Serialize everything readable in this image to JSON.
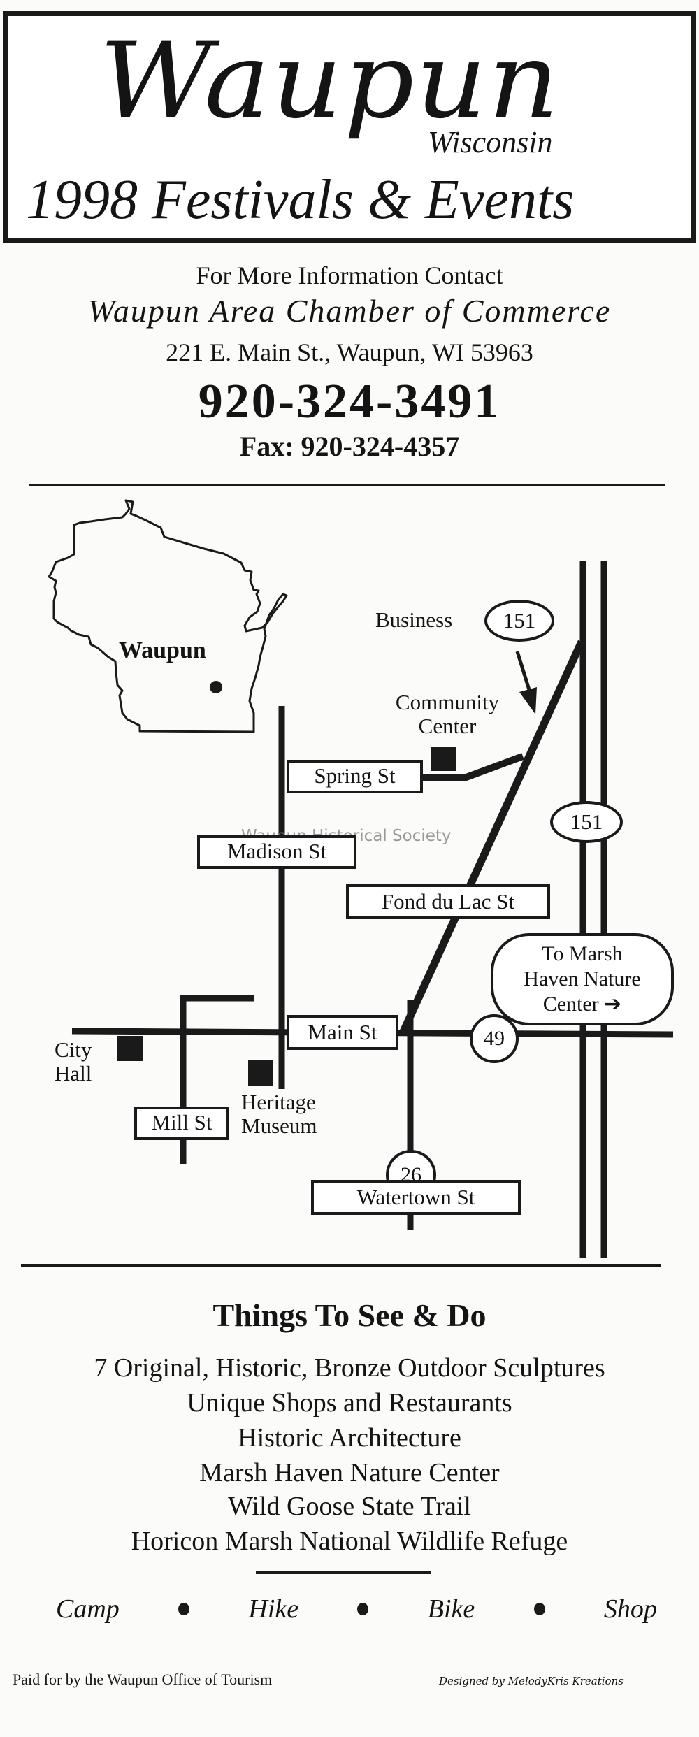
{
  "header": {
    "title": "Waupun",
    "subtitle": "Wisconsin",
    "event_title": "1998 Festivals & Events"
  },
  "contact": {
    "label": "For More Information Contact",
    "organization": "Waupun Area Chamber of Commerce",
    "address": "221 E. Main St., Waupun, WI  53963",
    "phone": "920-324-3491",
    "fax": "Fax: 920-324-4357"
  },
  "map": {
    "state_label": "Waupun",
    "watermark": "Waupun Historical Society",
    "business_route_label": "Business",
    "routes": {
      "business_151": "151",
      "hwy_151": "151",
      "hwy_49": "49",
      "hwy_26": "26"
    },
    "streets": {
      "spring": "Spring St",
      "madison": "Madison St",
      "fond_du_lac": "Fond du Lac St",
      "main": "Main St",
      "mill": "Mill St",
      "watertown": "Watertown St"
    },
    "landmarks": {
      "community_center": [
        "Community",
        "Center"
      ],
      "city_hall": [
        "City",
        "Hall"
      ],
      "heritage_museum": [
        "Heritage",
        "Museum"
      ]
    },
    "marsh_haven_sign": [
      "To Marsh",
      "Haven Nature",
      "Center"
    ]
  },
  "things_to_do": {
    "heading": "Things To See & Do",
    "items": [
      "7 Original, Historic, Bronze Outdoor Sculptures",
      "Unique Shops and Restaurants",
      "Historic Architecture",
      "Marsh Haven Nature Center",
      "Wild Goose State Trail",
      "Horicon Marsh National Wildlife Refuge"
    ],
    "activities": [
      "Camp",
      "Hike",
      "Bike",
      "Shop"
    ]
  },
  "footer": {
    "paid_for": "Paid for by the Waupun Office of Tourism",
    "credit": "Designed by MelodyKris Kreations"
  }
}
